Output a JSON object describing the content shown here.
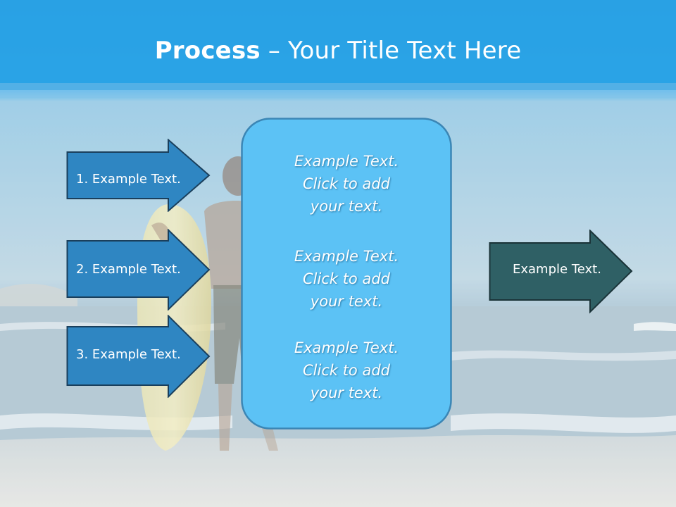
{
  "slide": {
    "title_bold": "Process",
    "title_rest": " – Your Title Text Here",
    "arrows_left": [
      {
        "label": "1. Example Text."
      },
      {
        "label": "2. Example Text."
      },
      {
        "label": "3. Example Text."
      }
    ],
    "center_box": {
      "blocks": [
        {
          "line1": "Example Text.",
          "line2": "Click  to add",
          "line3": "your text."
        },
        {
          "line1": "Example Text.",
          "line2": "Click  to add",
          "line3": "your text."
        },
        {
          "line1": "Example Text.",
          "line2": "Click  to add",
          "line3": "your text."
        }
      ]
    },
    "arrow_right": {
      "label": "Example Text."
    }
  },
  "colors": {
    "header_blue": "#2ea6e6",
    "arrow_blue": "#2f86c2",
    "arrow_border": "#1a3f5c",
    "box_fill": "#5cc2f5",
    "box_border": "#3b86b5",
    "right_arrow_fill": "#2f6065"
  }
}
